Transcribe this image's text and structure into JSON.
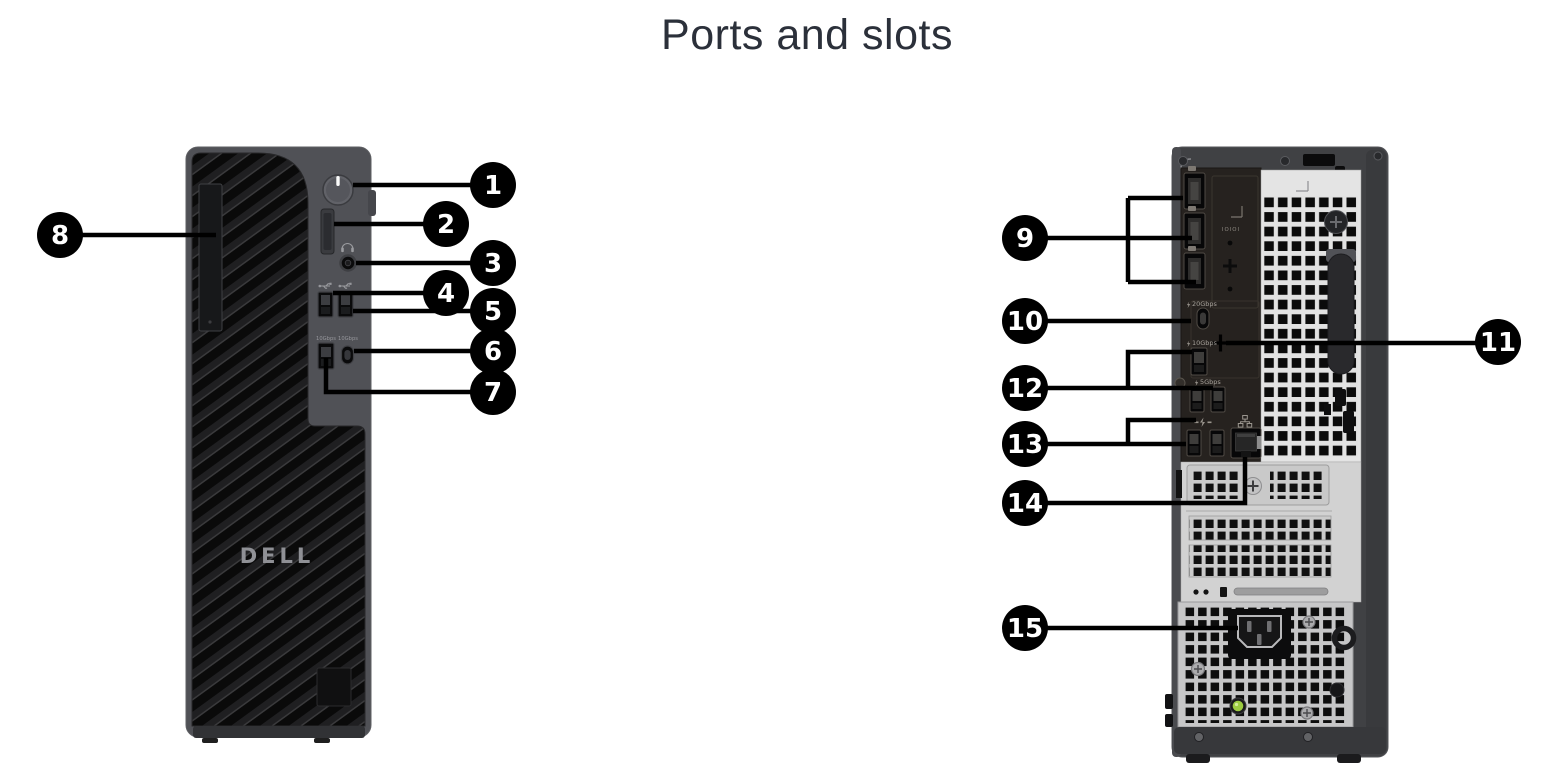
{
  "title": "Ports and slots",
  "front_view": {
    "brand_logo": "DELL",
    "port_labels": {
      "usb_a_10gbps": "10Gbps",
      "usb_c_10gbps": "10Gbps"
    },
    "callouts": [
      {
        "number": "1",
        "target": "power-button"
      },
      {
        "number": "2",
        "target": "sd-card-slot"
      },
      {
        "number": "3",
        "target": "universal-audio-jack"
      },
      {
        "number": "4",
        "target": "usb-a-port"
      },
      {
        "number": "5",
        "target": "usb-a-powershare-port"
      },
      {
        "number": "6",
        "target": "usb-c-10gbps-port"
      },
      {
        "number": "7",
        "target": "usb-a-10gbps-port"
      },
      {
        "number": "8",
        "target": "slim-optical-drive-bay"
      }
    ]
  },
  "back_view": {
    "port_labels": {
      "serial_blank": "IOIOI",
      "usb_c_20gbps": "20Gbps",
      "usb_a_10gbps": "10Gbps",
      "usb_a_5gbps": "5Gbps"
    },
    "callouts": [
      {
        "number": "9",
        "target": "displayports"
      },
      {
        "number": "10",
        "target": "usb-c-20gbps-port"
      },
      {
        "number": "11",
        "target": "optional-port"
      },
      {
        "number": "12",
        "target": "usb-a-10gbps-and-5gbps-ports"
      },
      {
        "number": "13",
        "target": "usb-2-smart-power-ports"
      },
      {
        "number": "14",
        "target": "ethernet-port"
      },
      {
        "number": "15",
        "target": "power-connector"
      }
    ]
  }
}
